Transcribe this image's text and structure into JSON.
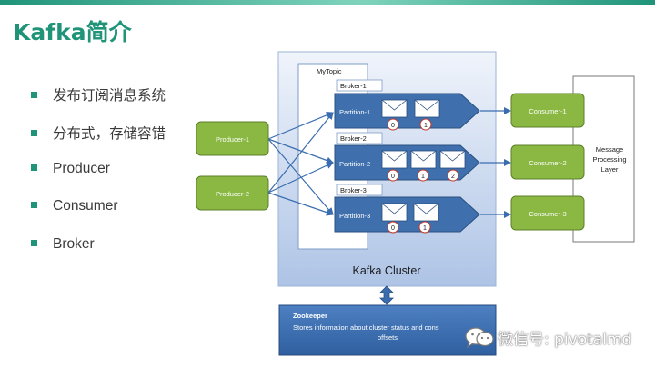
{
  "slide": {
    "title": "Kafka简介",
    "accent_color": "#1f9479",
    "bullets": [
      "发布订阅消息系统",
      "分布式，存储容错",
      "Producer",
      "Consumer",
      "Broker"
    ]
  },
  "diagram": {
    "cluster_label": "Kafka Cluster",
    "topic_label": "MyTopic",
    "producers": [
      "Producer-1",
      "Producer-2"
    ],
    "brokers": [
      {
        "name": "Broker-1",
        "partition": "Partition-1",
        "offsets": [
          "0",
          "1"
        ]
      },
      {
        "name": "Broker-2",
        "partition": "Partition-2",
        "offsets": [
          "0",
          "1",
          "2"
        ]
      },
      {
        "name": "Broker-3",
        "partition": "Partition-3",
        "offsets": [
          "0",
          "1"
        ]
      }
    ],
    "consumers": [
      "Consumer-1",
      "Consumer-2",
      "Consumer-3"
    ],
    "message_layer": [
      "Message",
      "Processing",
      "Layer"
    ],
    "zookeeper": {
      "title": "Zookeeper",
      "description_line1": "Stores information about cluster status and cons",
      "description_line2": "offsets"
    },
    "colors": {
      "producer_fill": "#8ab843",
      "producer_stroke": "#5d7f2a",
      "partition_fill": "#3f70ad",
      "partition_stroke": "#2a4f80",
      "cluster_fill_top": "#f0f4fb",
      "cluster_fill_bottom": "#aec4e6",
      "zookeeper_fill": "#3a6db0"
    }
  },
  "watermark": {
    "text": "微信号: pivotalmd",
    "icon": "wechat-icon"
  }
}
